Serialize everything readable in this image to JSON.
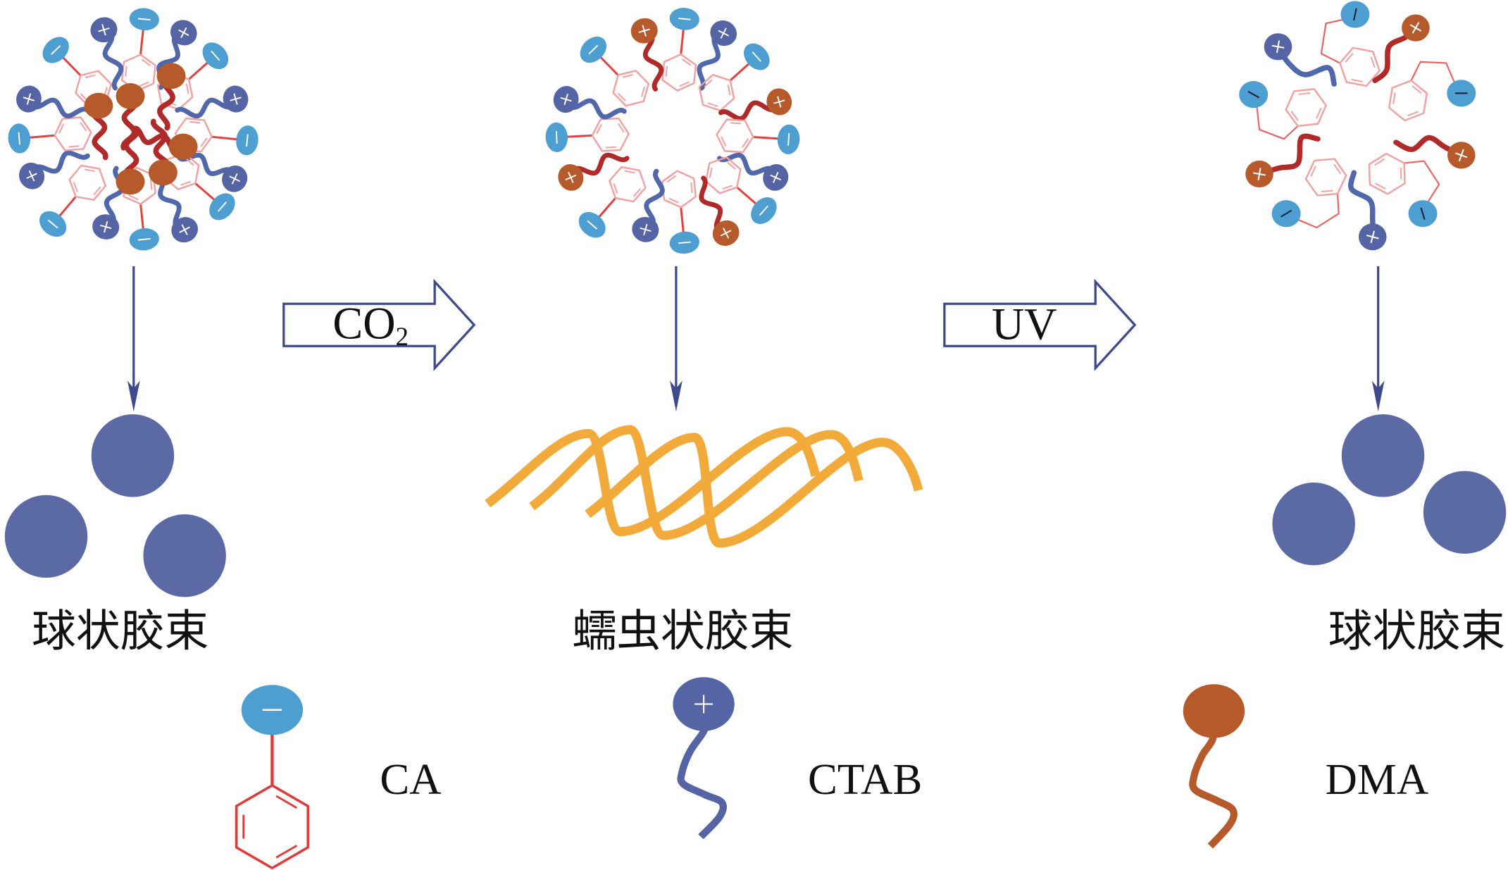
{
  "colors": {
    "arrow": "#3F4A8C",
    "spherical_micelle": "#5B69A5",
    "wormlike_micelle": "#F2AB3A",
    "ca_head": "#4E9FD1",
    "ctab_head": "#5464A5",
    "ctab_tail": "#5167AC",
    "dma_head": "#B65A2B",
    "dma_tail_in_micelle": "#B02A29",
    "ca_linker": "#E2423F",
    "ca_linker_light": "#EA6464",
    "ring_in_micelle": "#F2A1A1",
    "ring_legend": "#E03A3A",
    "sign_light": "#FFFFFF",
    "text": "#111111"
  },
  "stages": [
    {
      "label": "球状胶束",
      "shell": [
        "CA",
        "CTAB",
        "CA",
        "CTAB",
        "CA",
        "CTAB",
        "CA",
        "CTAB",
        "CA",
        "CTAB",
        "CA",
        "CTAB",
        "CA",
        "CTAB",
        "CA",
        "CTAB"
      ],
      "core": [
        "DMA",
        "DMA",
        "DMA",
        "DMA",
        "DMA",
        "DMA"
      ],
      "charges": {
        "CA": "−",
        "CTAB": "+",
        "DMA": ""
      }
    },
    {
      "label": "蠕虫状胶束",
      "shell": [
        "CA",
        "CTAB",
        "CA",
        "DMA",
        "CA",
        "CTAB",
        "CA",
        "DMA",
        "CA",
        "CTAB",
        "CA",
        "DMA",
        "CA",
        "CTAB",
        "CA",
        "DMA"
      ],
      "core": [],
      "charges": {
        "CA": "−",
        "CTAB": "+",
        "DMA": "+"
      }
    },
    {
      "label": "球状胶束",
      "shell": [
        "CA",
        "DMA",
        "CA",
        "DMA",
        "CA",
        "CTAB",
        "CA",
        "DMA",
        "CA",
        "CTAB"
      ],
      "core": [],
      "charges": {
        "CA": "−",
        "CTAB": "+",
        "DMA": "+"
      },
      "sign_colors": {
        "CA": "#1B1F3A"
      }
    }
  ],
  "transitions": [
    {
      "label": "CO",
      "subscript": "2"
    },
    {
      "label": "UV"
    }
  ],
  "legend": [
    {
      "label": "CA",
      "charge": "−"
    },
    {
      "label": "CTAB",
      "charge": "+"
    },
    {
      "label": "DMA",
      "charge": ""
    }
  ]
}
